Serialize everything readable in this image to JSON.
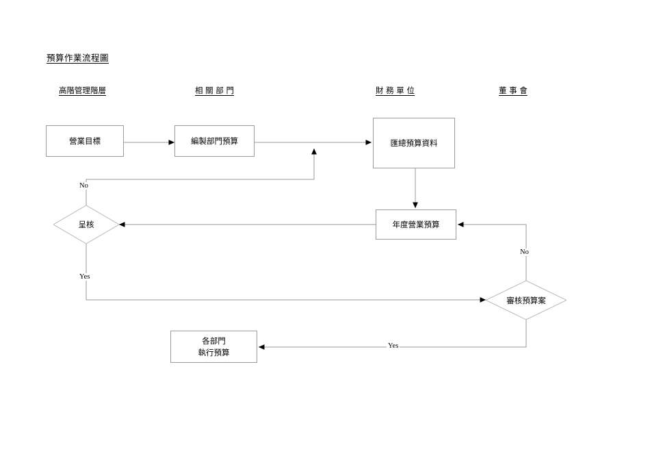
{
  "diagram": {
    "title": "預算作業流程圖",
    "type": "flowchart",
    "lanes": [
      {
        "id": "lane-senior-management",
        "label": "高階管理階層"
      },
      {
        "id": "lane-related-departments",
        "label": "相  關  部  門"
      },
      {
        "id": "lane-finance-unit",
        "label": "財  務  單  位"
      },
      {
        "id": "lane-board-of-directors",
        "label": "董   事   會"
      }
    ],
    "nodes": [
      {
        "id": "node-business-goal",
        "label": "營業目標",
        "shape": "rect",
        "lane": "lane-senior-management"
      },
      {
        "id": "node-prepare-department-budget",
        "label": "編製部門預算",
        "shape": "rect",
        "lane": "lane-related-departments"
      },
      {
        "id": "node-consolidate-budget-data",
        "label": "匯總預算資料",
        "shape": "rect",
        "lane": "lane-finance-unit"
      },
      {
        "id": "node-annual-operating-budget",
        "label": "年度營業預算",
        "shape": "rect",
        "lane": "lane-finance-unit"
      },
      {
        "id": "node-submit-for-approval",
        "label": "呈核",
        "shape": "diamond",
        "lane": "lane-senior-management"
      },
      {
        "id": "node-review-budget-proposal",
        "label": "審核預算案",
        "shape": "diamond",
        "lane": "lane-board-of-directors"
      },
      {
        "id": "node-departments-execute-budget",
        "label": "各部門\n執行預算",
        "shape": "rect",
        "lane": "lane-related-departments"
      }
    ],
    "edge_labels": {
      "approval_no": "No",
      "approval_yes": "Yes",
      "review_no": "No",
      "review_yes": "Yes"
    },
    "colors": {
      "line": "#9a9a9a",
      "arrowhead": "#000000",
      "text": "#000000",
      "background": "#ffffff"
    }
  }
}
